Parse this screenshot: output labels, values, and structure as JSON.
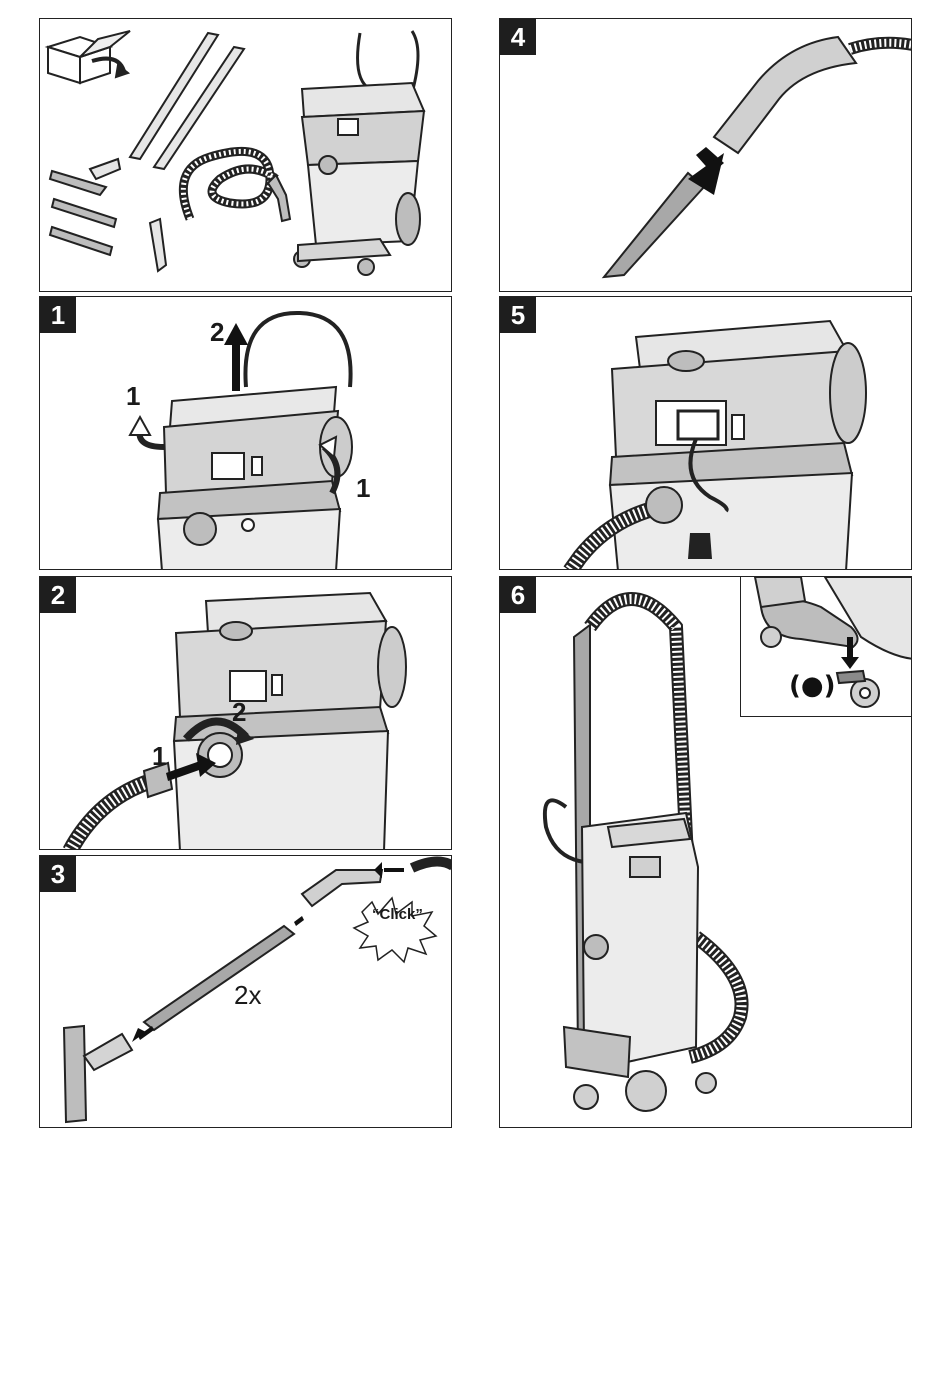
{
  "panels": {
    "contents": {
      "label": ""
    },
    "step1": {
      "badge": "1",
      "arrow_up_label": "2",
      "arrow_left_label": "1",
      "arrow_right_label": "1"
    },
    "step2": {
      "badge": "2",
      "push_label": "1",
      "turn_label": "2"
    },
    "step3": {
      "badge": "3",
      "repeat_label": "2x",
      "sound_label": "“Click”"
    },
    "step4": {
      "badge": "4"
    },
    "step5": {
      "badge": "5"
    },
    "step6": {
      "badge": "6",
      "brake_symbol": "(●)"
    }
  },
  "colors": {
    "line": "#222222",
    "badge_bg": "#1e1e1e",
    "fill_light": "#e6e6e6",
    "fill_mid": "#bdbdbd",
    "fill_dark": "#8a8a8a"
  }
}
